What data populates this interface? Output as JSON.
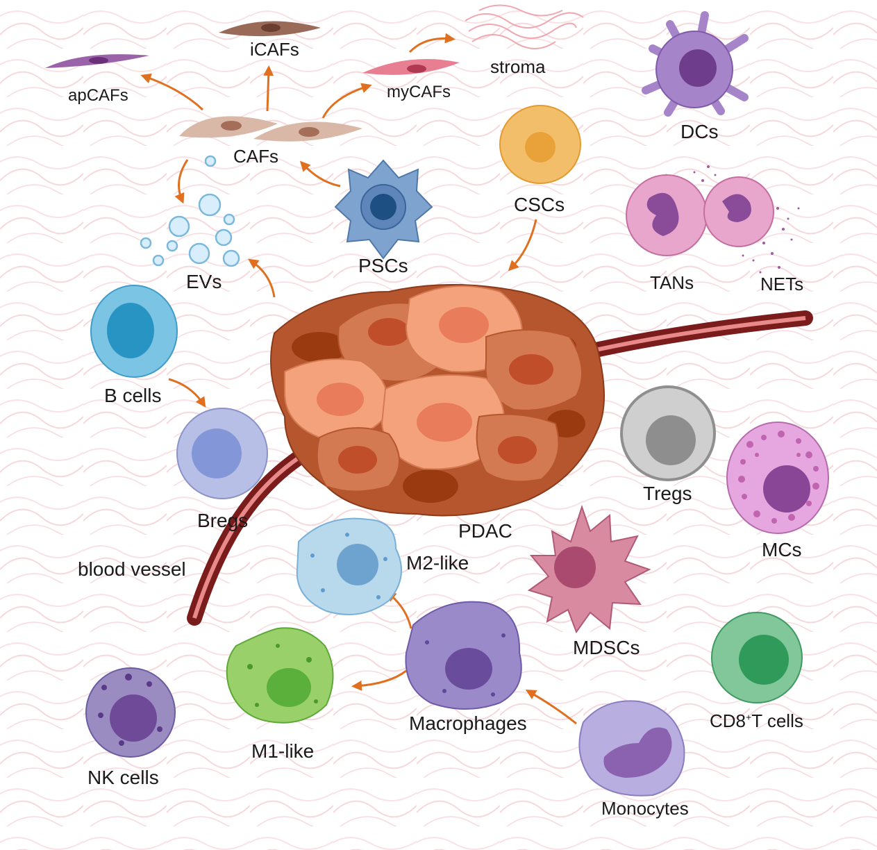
{
  "labels": {
    "apcafs": "apCAFs",
    "icafs": "iCAFs",
    "mycafs": "myCAFs",
    "stroma": "stroma",
    "cafs": "CAFs",
    "dcs": "DCs",
    "cscs": "CSCs",
    "pscs": "PSCs",
    "evs": "EVs",
    "tans": "TANs",
    "nets": "NETs",
    "b_cells": "B cells",
    "bregs": "Bregs",
    "tregs": "Tregs",
    "mcs": "MCs",
    "pdac": "PDAC",
    "blood_vessel": "blood vessel",
    "m2_like": "M2-like",
    "mdscs": "MDSCs",
    "cd8_prefix": "CD8",
    "cd8_sup": "+",
    "cd8_suffix": "T cells",
    "macrophages": "Macrophages",
    "m1_like": "M1-like",
    "nk_cells": "NK cells",
    "monocytes": "Monocytes"
  },
  "colors": {
    "arrow": "#e07020",
    "background_fiber": "#f6d8dc",
    "vessel_outer": "#7a1c1c",
    "vessel_inner": "#e88a8a",
    "tumor_light": "#f4a27c",
    "tumor_dark": "#b5562e",
    "b_cell": "#7cc4e4",
    "breg": "#b8bfe6",
    "treg": "#cfcfcf",
    "mc": "#e6a6df",
    "cd8": "#82c79a",
    "macrophage": "#9a8ac9",
    "m1": "#9ad06a",
    "m2": "#b8d8ec",
    "mdsc": "#d88aa0",
    "nk": "#9a8cc0",
    "monocyte": "#b8aee0",
    "dc": "#a684c9",
    "csc": "#f2be6a",
    "psc": "#7fa3cf",
    "tan": "#e8a6cc",
    "caf": "#dab8a8"
  }
}
